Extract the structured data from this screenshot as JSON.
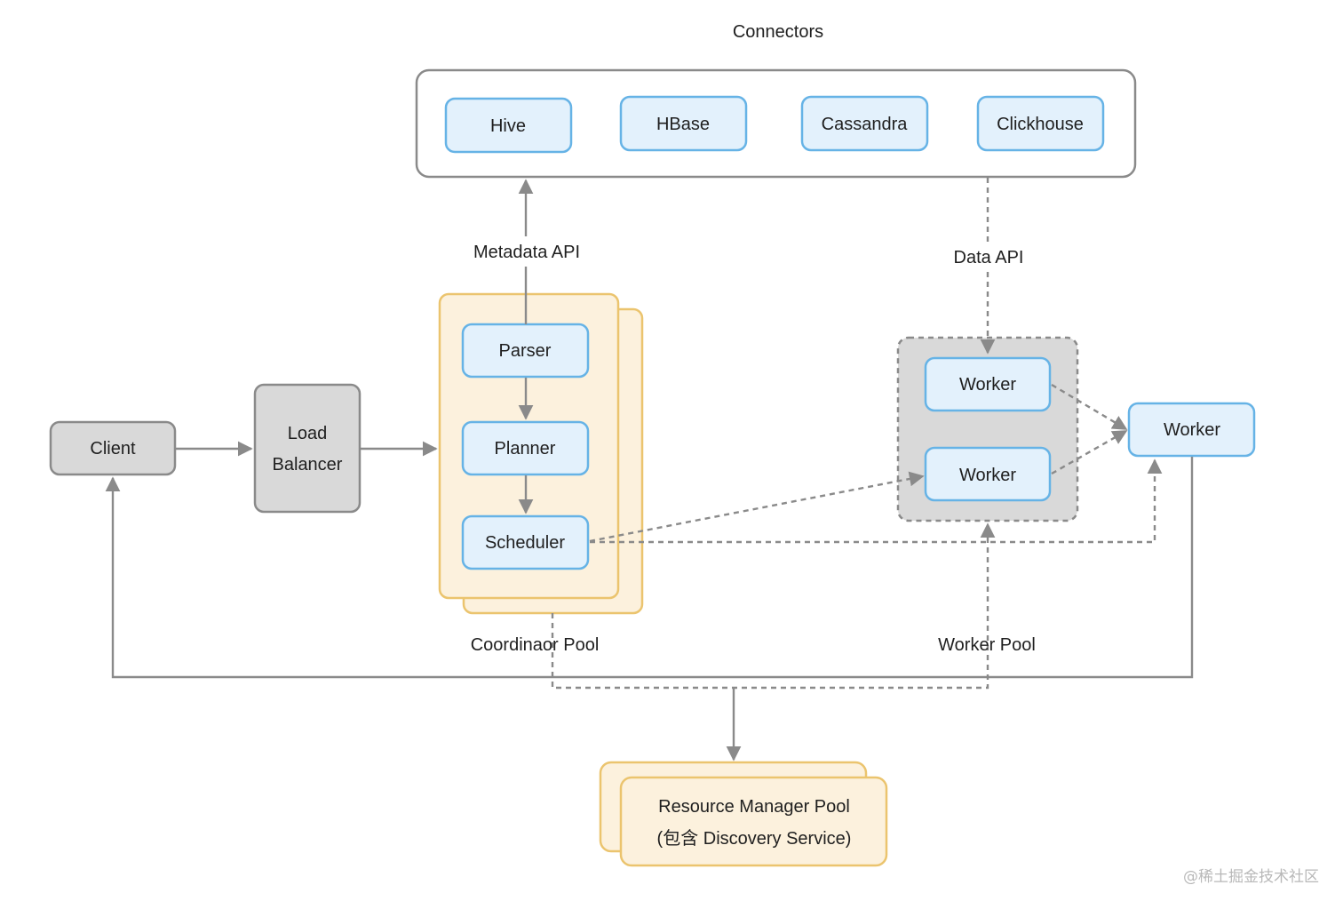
{
  "connectors": {
    "title": "Connectors",
    "items": [
      "Hive",
      "HBase",
      "Cassandra",
      "Clickhouse"
    ]
  },
  "labels": {
    "metadata_api": "Metadata API",
    "data_api": "Data API",
    "coordinator_pool": "Coordinaor Pool",
    "worker_pool": "Worker Pool"
  },
  "client": "Client",
  "load_balancer": {
    "line1": "Load",
    "line2": "Balancer"
  },
  "coordinator": {
    "parser": "Parser",
    "planner": "Planner",
    "scheduler": "Scheduler"
  },
  "workers": {
    "pool_worker_1": "Worker",
    "pool_worker_2": "Worker",
    "external_worker": "Worker"
  },
  "resource_manager": {
    "line1": "Resource Manager Pool",
    "line2": "(包含 Discovery Service)"
  },
  "watermark": "@稀土掘金技术社区",
  "colors": {
    "component_fill": "#e3f1fc",
    "component_stroke": "#66b3e6",
    "pool_fill": "#fcf1dd",
    "pool_stroke": "#ebc46e",
    "neutral_fill": "#d9d9d9",
    "neutral_stroke": "#8a8a8a"
  }
}
